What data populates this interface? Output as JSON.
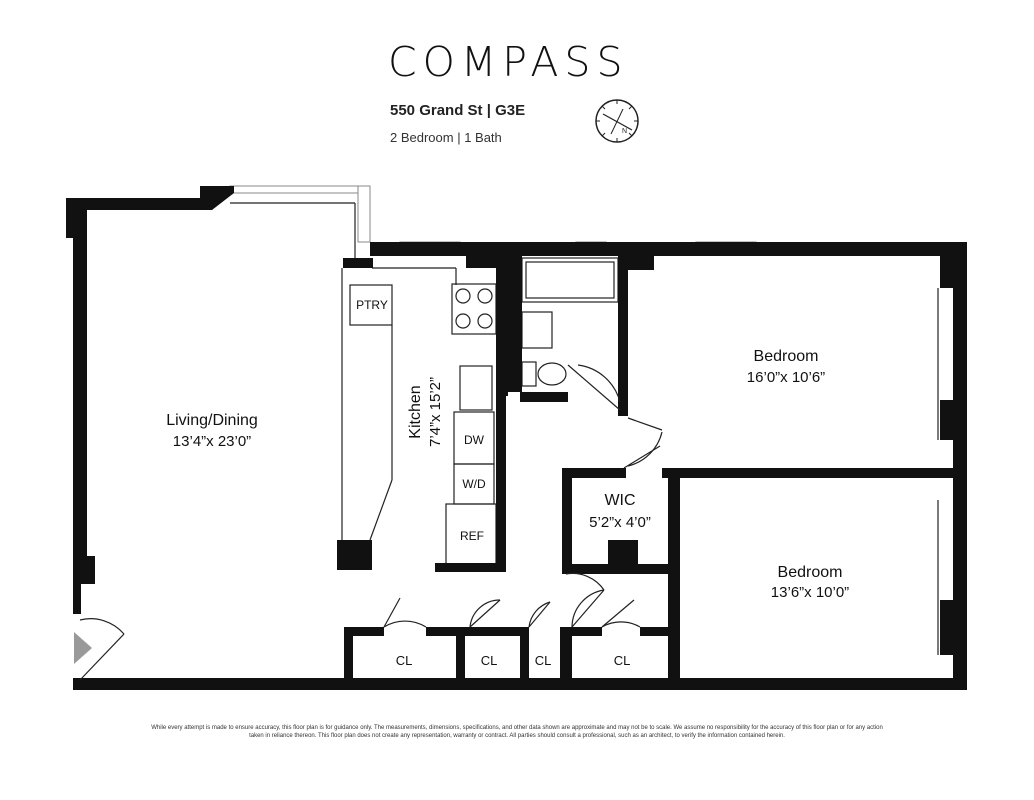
{
  "brand": {
    "name": "COMPASS"
  },
  "listing": {
    "address": "550 Grand St | G3E",
    "unit_info": "2 Bedroom | 1 Bath"
  },
  "rooms": {
    "living": {
      "name": "Living/Dining",
      "dims": "13’4”x 23’0”"
    },
    "kitchen": {
      "name": "Kitchen",
      "dims": "7’4”x 15’2”"
    },
    "bedroom1": {
      "name": "Bedroom",
      "dims": "16’0”x 10’6”"
    },
    "bedroom2": {
      "name": "Bedroom",
      "dims": "13’6”x 10’0”"
    },
    "wic": {
      "name": "WIC",
      "dims": "5’2”x 4’0”"
    }
  },
  "fixtures": {
    "pantry": "PTRY",
    "dishwasher": "DW",
    "washer_dryer": "W/D",
    "refrigerator": "REF"
  },
  "closets": {
    "cl1": "CL",
    "cl2": "CL",
    "cl3": "CL",
    "cl4": "CL"
  },
  "disclaimer": "While every attempt is made to ensure accuracy, this floor plan is for guidance only. The measurements, dimensions, specifications, and other data shown are approximate and may not be to scale. We assume no responsibility for the accuracy of this floor plan or for any action taken in reliance thereon. This floor plan does not create any representation, warranty or contract. All parties should consult a professional, such as an architect, to verify the information contained herein.",
  "colors": {
    "wall": "#111111",
    "line": "#222222",
    "window": "#888888",
    "entry_arrow": "#999999"
  }
}
